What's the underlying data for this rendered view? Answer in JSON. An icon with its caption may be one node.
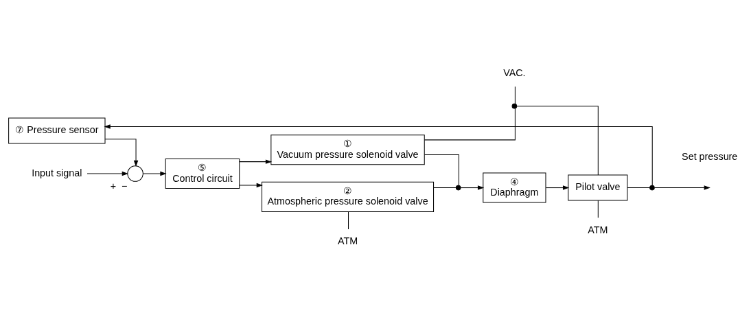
{
  "diagram": {
    "nodes": [
      {
        "text": [
          "Input signal"
        ]
      },
      {
        "text": [],
        "shape": "circle",
        "beside": [
          "+",
          "−"
        ]
      },
      {
        "text": [
          "⑤",
          "Control circuit"
        ]
      },
      {
        "text": [
          "①",
          "Vacuum pressure solenoid valve"
        ]
      },
      {
        "text": [
          "②",
          "Atmospheric pressure solenoid valve"
        ]
      },
      {
        "text": [],
        "shape": "dot"
      },
      {
        "text": [
          "④",
          "Diaphragm"
        ]
      },
      {
        "text": [
          "Pilot valve"
        ]
      },
      {
        "text": [
          "VAC."
        ]
      },
      {
        "text": [],
        "shape": "dot"
      },
      {
        "text": [
          "ATM"
        ]
      },
      {
        "text": [
          "ATM"
        ]
      },
      {
        "text": [],
        "shape": "dot"
      },
      {
        "text": [
          "⑦ Pressure sensor"
        ]
      }
    ],
    "edges": [
      {
        "from": 0,
        "to": 1,
        "arrow": "to"
      },
      {
        "from": 1,
        "to": 2,
        "arrow": "to"
      },
      {
        "from": 2,
        "to": 3,
        "arrow": "to"
      },
      {
        "from": 2,
        "to": 4,
        "arrow": "to"
      },
      {
        "from": 3,
        "to": 5,
        "arrow": "none"
      },
      {
        "from": 4,
        "to": 5,
        "arrow": "none"
      },
      {
        "from": 5,
        "to": 6,
        "arrow": "to"
      },
      {
        "from": 6,
        "to": 7,
        "arrow": "to"
      },
      {
        "from": 8,
        "to": 9,
        "arrow": "none"
      },
      {
        "from": 9,
        "to": 3,
        "arrow": "none"
      },
      {
        "from": 9,
        "to": 7,
        "arrow": "none"
      },
      {
        "from": 4,
        "to": 10,
        "arrow": "none"
      },
      {
        "from": 7,
        "to": 11,
        "arrow": "none"
      },
      {
        "from": 7,
        "to": 12,
        "arrow": "none"
      },
      {
        "from": 12,
        "to": null,
        "arrow": "to"
      },
      {
        "from": 12,
        "to": 13,
        "arrow": "to"
      },
      {
        "from": 13,
        "to": 1,
        "arrow": "to"
      }
    ],
    "labels": [
      "Set pressure"
    ]
  }
}
